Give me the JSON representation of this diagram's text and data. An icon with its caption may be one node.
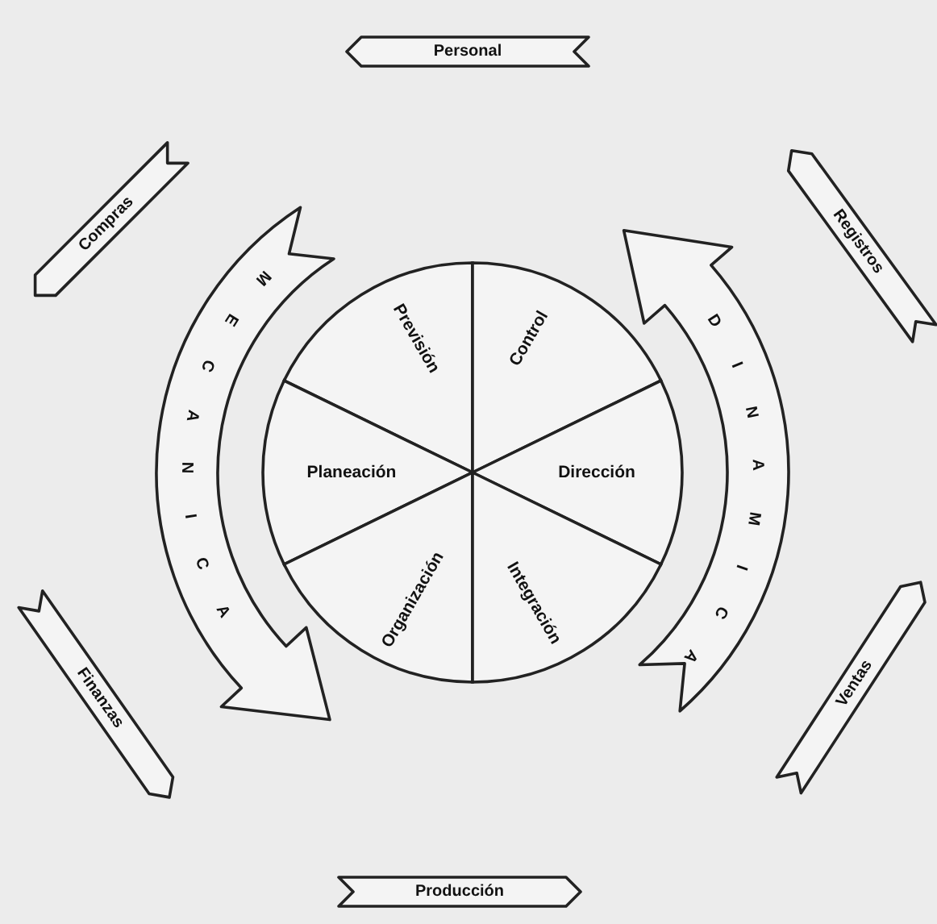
{
  "diagram": {
    "nodes": [
      {
        "text": [
          "Personal"
        ]
      },
      {
        "text": [
          "Compras"
        ]
      },
      {
        "text": [
          "Registros"
        ]
      },
      {
        "text": [
          "MECANICA"
        ]
      },
      {
        "text": [
          "DINAMICA"
        ]
      },
      {
        "text": [
          "Previsión"
        ]
      },
      {
        "text": [
          "Control"
        ]
      },
      {
        "text": [
          "Planeación"
        ]
      },
      {
        "text": [
          "Dirección"
        ]
      },
      {
        "text": [
          "Organización"
        ]
      },
      {
        "text": [
          "Integración"
        ]
      },
      {
        "text": [
          "Finanzas"
        ]
      },
      {
        "text": [
          "Ventas"
        ]
      },
      {
        "text": [
          "Producción"
        ]
      }
    ]
  }
}
